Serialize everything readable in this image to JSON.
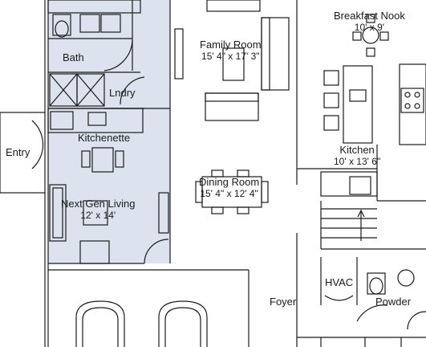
{
  "rooms": {
    "bath": {
      "name": "Bath"
    },
    "laundry": {
      "name": "Lndry"
    },
    "kitchenette": {
      "name": "Kitchenette"
    },
    "entry": {
      "name": "Entry"
    },
    "next_gen_living": {
      "name": "Next Gen Living",
      "dims": "12' x 14'"
    },
    "family_room": {
      "name": "Family Room",
      "dims": "15' 4\" x 17' 3\""
    },
    "breakfast_nook": {
      "name": "Breakfast Nook",
      "dims": "10' x 9'"
    },
    "kitchen": {
      "name": "Kitchen",
      "dims": "10' x 13' 6\""
    },
    "dining_room": {
      "name": "Dining Room",
      "dims": "15' 4\" x 12' 4\""
    },
    "hvac": {
      "name": "HVAC"
    },
    "foyer": {
      "name": "Foyer"
    },
    "powder": {
      "name": "Powder"
    }
  },
  "colors": {
    "highlight_fill": "#dde3ee",
    "wall": "#1a1a1a",
    "background": "#ffffff"
  }
}
